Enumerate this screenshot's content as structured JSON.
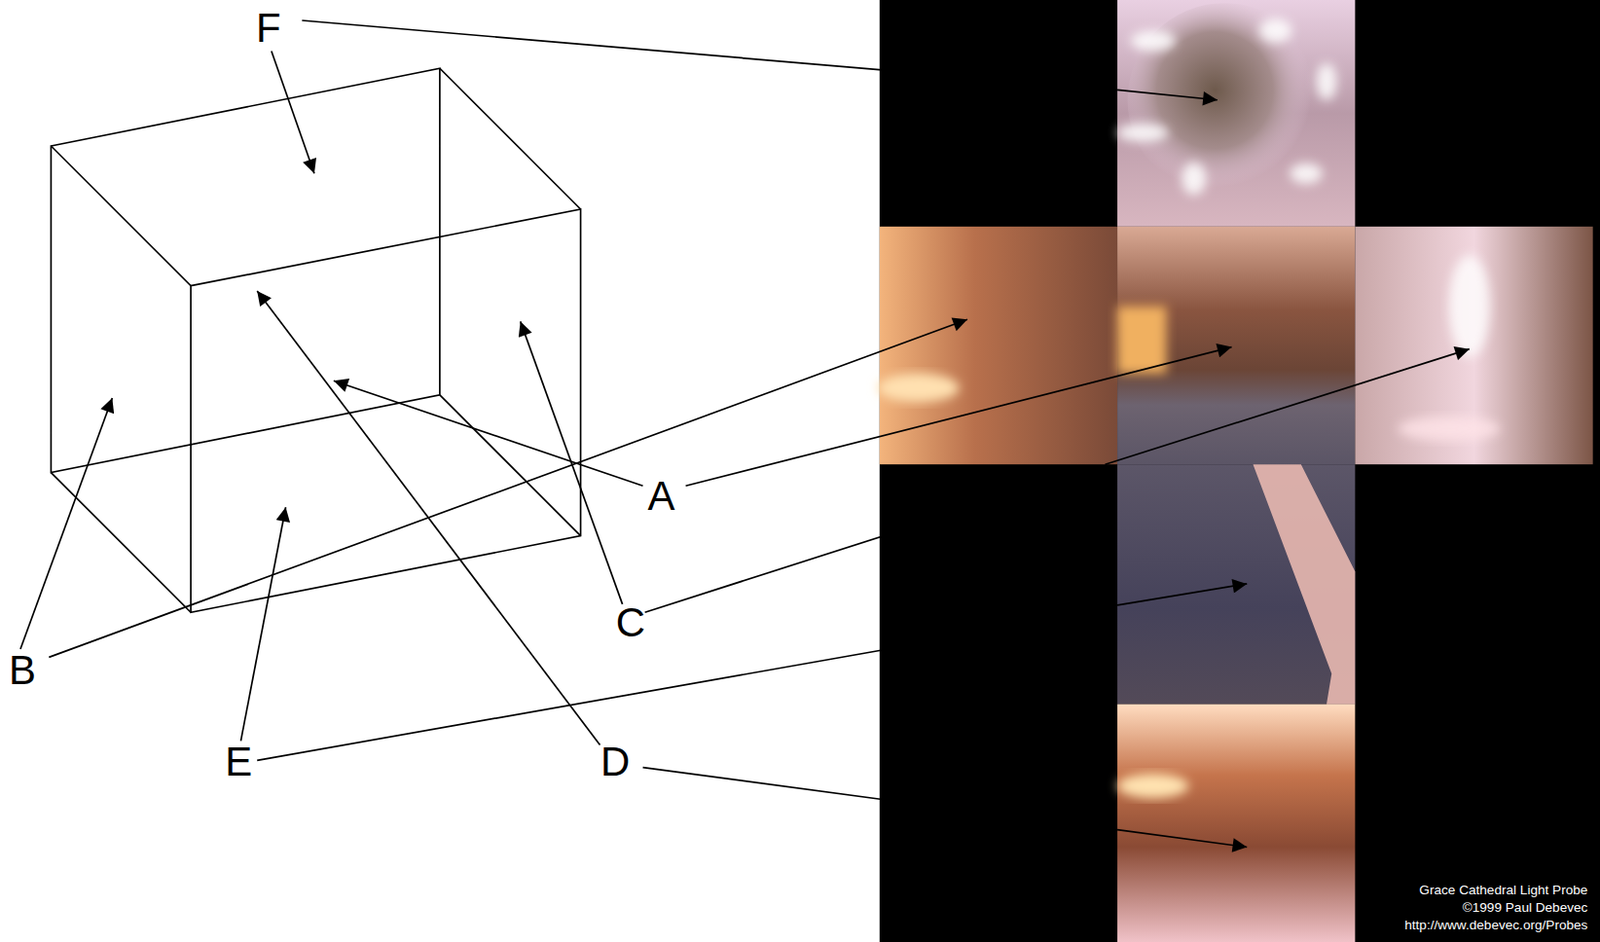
{
  "diagram": {
    "labels": [
      "F",
      "A",
      "B",
      "C",
      "E",
      "D",
      "Grace Cathedral Light Probe",
      "©1999 Paul Debevec",
      "http://www.debevec.org/Probes"
    ]
  }
}
